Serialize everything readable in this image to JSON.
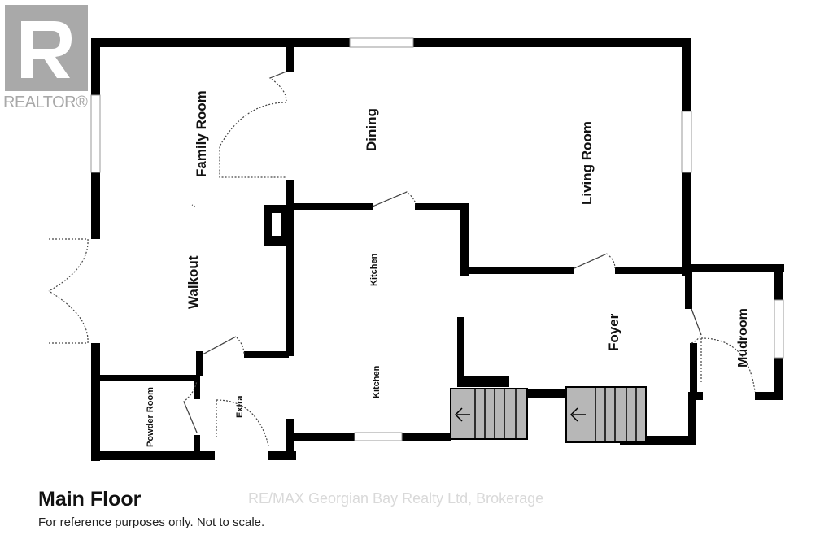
{
  "logo": {
    "text": "REALTOR®"
  },
  "rooms": {
    "family_room": "Family Room",
    "dining": "Dining",
    "living_room": "Living Room",
    "walkout": "Walkout",
    "kitchen_upper": "Kitchen",
    "kitchen_lower": "Kitchen",
    "foyer": "Foyer",
    "mudroom": "Mudroom",
    "powder_room": "Powder Room",
    "extra": "Extra"
  },
  "caption": {
    "title": "Main Floor",
    "note": "For reference purposes only. Not to scale."
  },
  "watermark": "RE/MAX Georgian Bay Realty Ltd, Brokerage"
}
